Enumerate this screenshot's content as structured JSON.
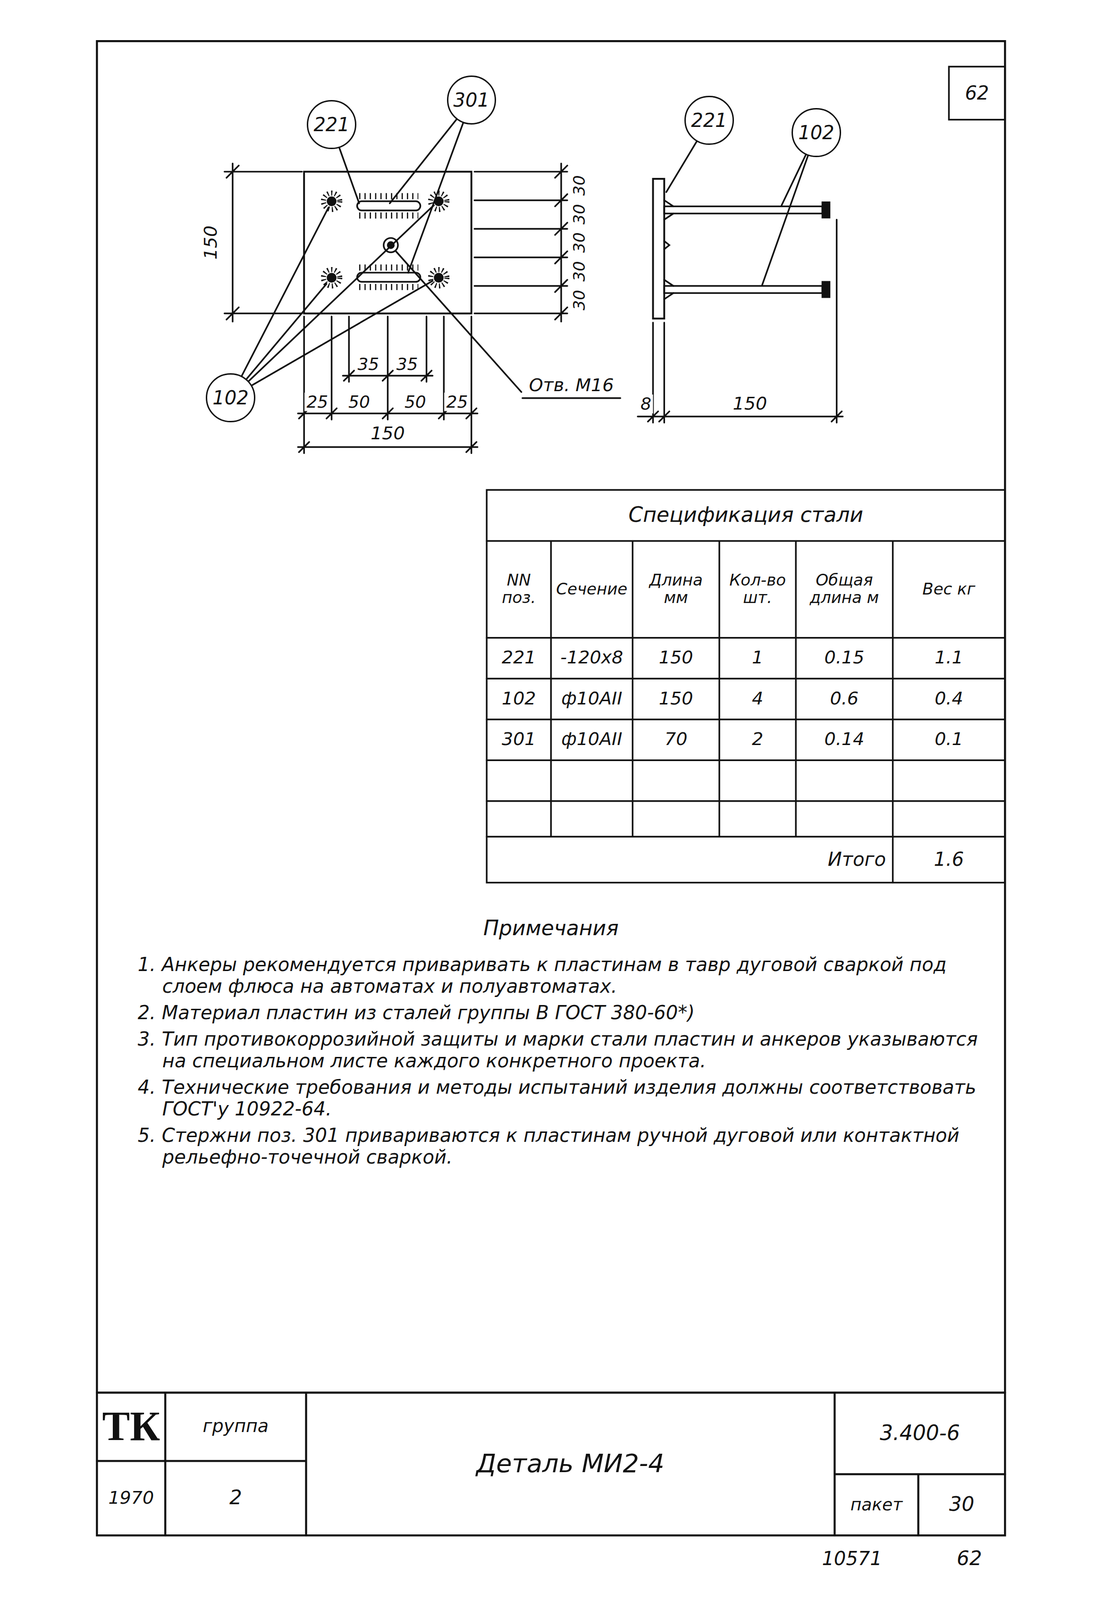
{
  "diagram": {
    "title": "Деталь МИ2-4",
    "nodes": [
      {
        "text": [
          "221"
        ]
      },
      {
        "text": [
          "301"
        ]
      },
      {
        "text": [
          "102"
        ]
      },
      {
        "text": [
          "221"
        ]
      },
      {
        "text": [
          "102"
        ]
      }
    ],
    "labels": [
      "62",
      "150",
      "30",
      "30",
      "30",
      "30",
      "30",
      "35",
      "35",
      "25",
      "50",
      "50",
      "25",
      "150",
      "Отв. М16",
      "8",
      "150",
      "Спецификация стали",
      "NN поз.",
      "Сечение",
      "Длина мм",
      "Кол-во шт.",
      "Общая длина м",
      "Вес кг",
      "221",
      "-120x8",
      "150",
      "1",
      "0.15",
      "1.1",
      "102",
      "ф10АII",
      "150",
      "4",
      "0.6",
      "0.4",
      "301",
      "ф10АII",
      "70",
      "2",
      "0.14",
      "0.1",
      "Итого",
      "1.6",
      "Примечания",
      "1. Анкеры рекомендуется приваривать к пластинам в тавр дуговой сваркой под слоем флюса на автоматах и полуавтоматах.",
      "2. Материал пластин из сталей группы В ГОСТ 380-60*)",
      "3. Тип противокоррозийной защиты и марки стали пластин и анкеров указываются на специальном листе каждого конкретного проекта.",
      "4. Технические требования и методы испытаний изделия должны соответствовать ГОСТ'у 10922-64.",
      "5. Стержни поз. 301 привариваются к пластинам ручной дуговой или контактной рельефно-точечной сваркой.",
      "ТК",
      "1970",
      "группа",
      "2",
      "3.400-6",
      "пакет",
      "30",
      "10571",
      "62"
    ]
  }
}
